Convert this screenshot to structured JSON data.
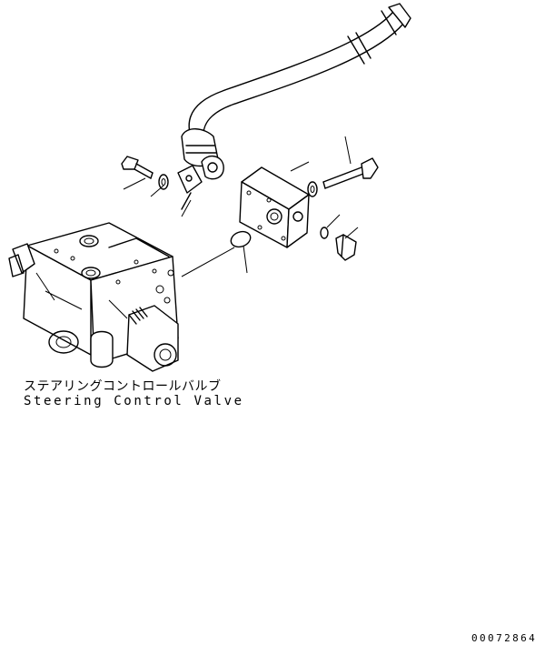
{
  "component_label_jp": "ステアリングコントロールバルブ",
  "component_label_en": "Steering Control Valve",
  "drawing_number": "00072864",
  "colors": {
    "line": "#000000",
    "background": "#ffffff"
  }
}
